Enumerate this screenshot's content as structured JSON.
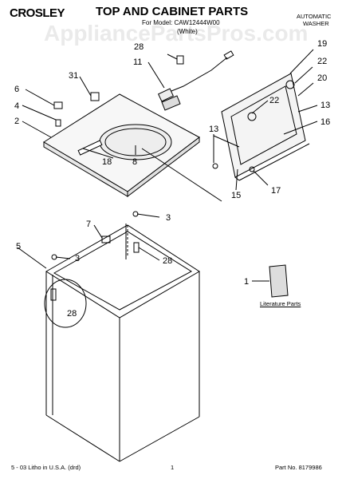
{
  "header": {
    "brand": "CROSLEY",
    "title": "TOP AND CABINET PARTS",
    "model_line": "For Model: CAW12444W00",
    "color": "(White)",
    "type_line1": "AUTOMATIC",
    "type_line2": "WASHER"
  },
  "watermark": "AppliancePartsPros.com",
  "callouts": {
    "c28a": "28",
    "c11": "11",
    "c31": "31",
    "c6": "6",
    "c4": "4",
    "c2": "2",
    "c18": "18",
    "c8": "8",
    "c19": "19",
    "c22a": "22",
    "c20": "20",
    "c22b": "22",
    "c13a": "13",
    "c13b": "13",
    "c16": "16",
    "c15": "15",
    "c17": "17",
    "c3a": "3",
    "c7": "7",
    "c5": "5",
    "c3b": "3",
    "c28b": "28",
    "c28c": "28",
    "c1": "1"
  },
  "literature_label": "Literature Parts",
  "footer": {
    "left": "5 - 03 Litho in U.S.A. (drd)",
    "page": "1",
    "part_no": "Part No. 8179986"
  }
}
